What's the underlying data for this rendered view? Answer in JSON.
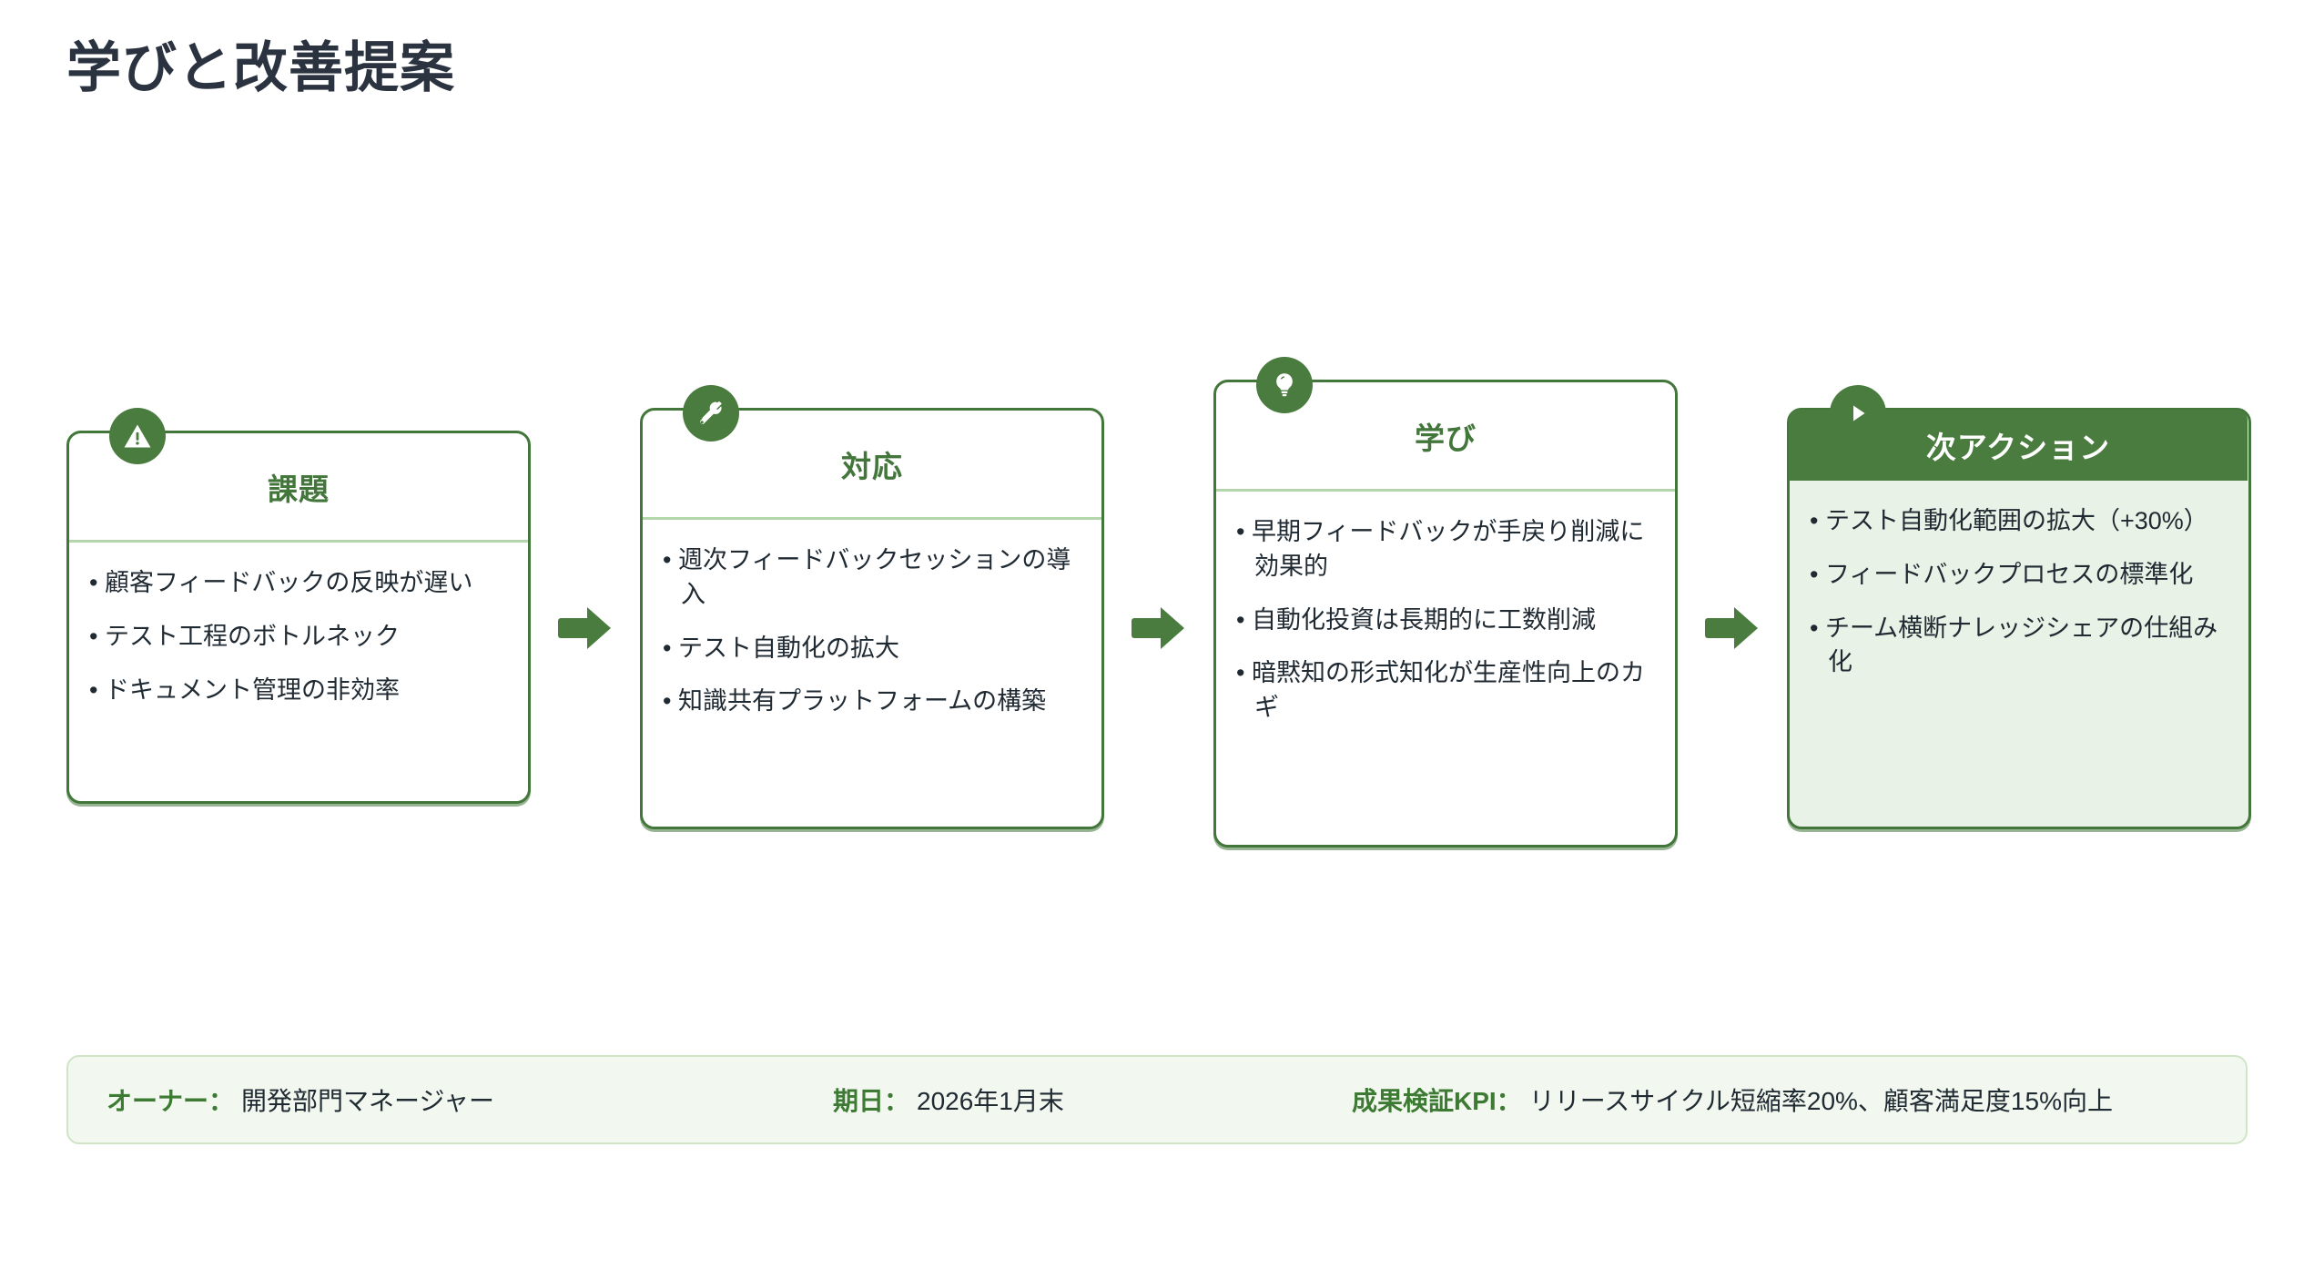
{
  "page": {
    "title": "学びと改善提案",
    "title_color": "#2b3340",
    "accent_green": "#42763a",
    "header_green": "#4a7c3f",
    "light_green_bg": "#e8f2e6",
    "divider_green": "#b3d7aa",
    "footer_bg": "#f2f8ef",
    "footer_border": "#cfe5c6"
  },
  "flow": {
    "cards": [
      {
        "id": "issue",
        "icon": "warning-icon",
        "title": "課題",
        "highlighted": false,
        "bullets": [
          "• 顧客フィードバックの反映が遅い",
          "• テスト工程のボトルネック",
          "• ドキュメント管理の非効率"
        ]
      },
      {
        "id": "response",
        "icon": "tools-icon",
        "title": "対応",
        "highlighted": false,
        "bullets": [
          "• 週次フィードバックセッションの導入",
          "• テスト自動化の拡大",
          "• 知識共有プラットフォームの構築"
        ]
      },
      {
        "id": "learning",
        "icon": "lightbulb-icon",
        "title": "学び",
        "highlighted": false,
        "bullets": [
          "• 早期フィードバックが手戻り削減に効果的",
          "• 自動化投資は長期的に工数削減",
          "• 暗黙知の形式知化が生産性向上のカギ"
        ]
      },
      {
        "id": "next-action",
        "icon": "play-icon",
        "title": "次アクション",
        "highlighted": true,
        "bullets": [
          "• テスト自動化範囲の拡大（+30%）",
          "• フィードバックプロセスの標準化",
          "• チーム横断ナレッジシェアの仕組み化"
        ]
      }
    ],
    "arrows": [
      "arrow-right-icon",
      "arrow-right-icon",
      "arrow-right-icon"
    ]
  },
  "footer": {
    "items": [
      {
        "label": "オーナー：",
        "value": "開発部門マネージャー"
      },
      {
        "label": "期日：",
        "value": "2026年1月末"
      },
      {
        "label": "成果検証KPI：",
        "value": "リリースサイクル短縮率20%、顧客満足度15%向上"
      }
    ]
  }
}
